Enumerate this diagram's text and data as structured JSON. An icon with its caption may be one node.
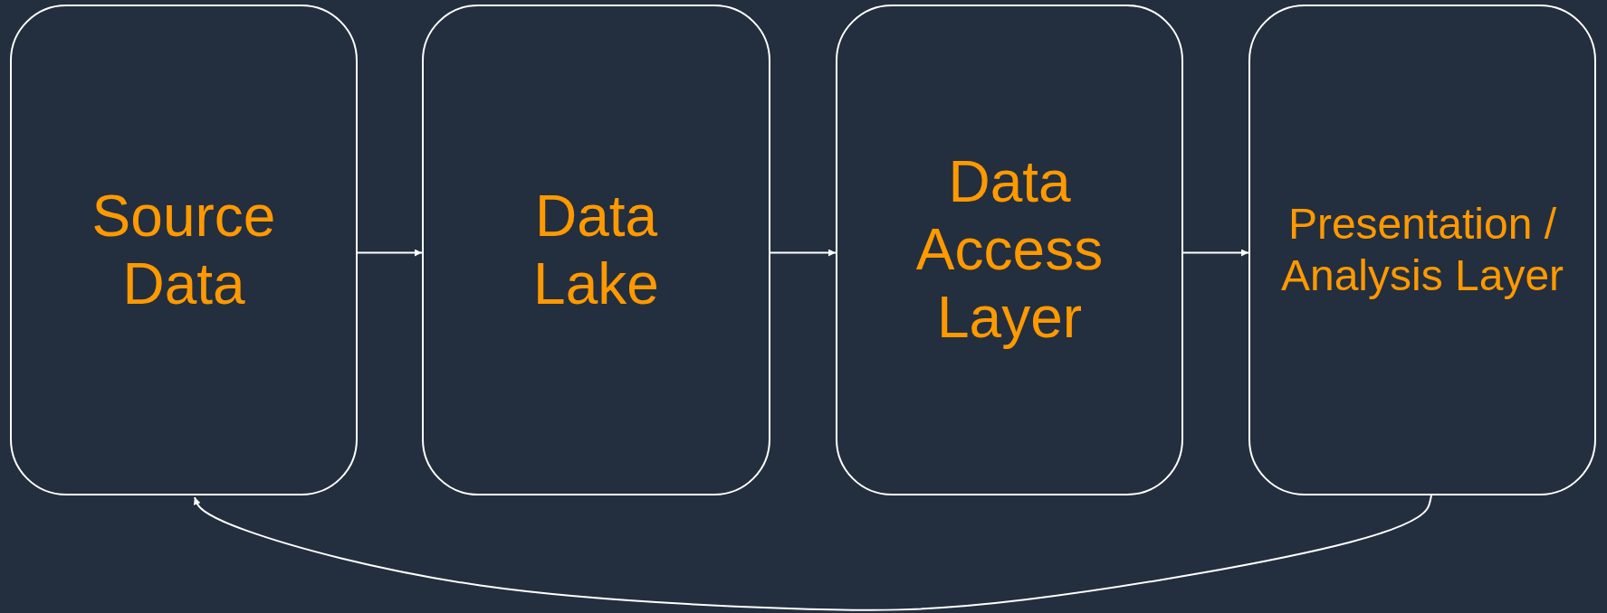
{
  "diagram": {
    "nodes": [
      {
        "text": [
          "Source Data"
        ]
      },
      {
        "text": [
          "Data Lake"
        ]
      },
      {
        "text": [
          "Data Access Layer"
        ]
      },
      {
        "text": [
          "Presentation / Analysis Layer"
        ]
      }
    ],
    "edges": [
      {
        "from": 0,
        "to": 1,
        "arrow": "to"
      },
      {
        "from": 1,
        "to": 2,
        "arrow": "to"
      },
      {
        "from": 2,
        "to": 3,
        "arrow": "to"
      },
      {
        "from": 3,
        "to": 0,
        "arrow": "to"
      }
    ]
  }
}
